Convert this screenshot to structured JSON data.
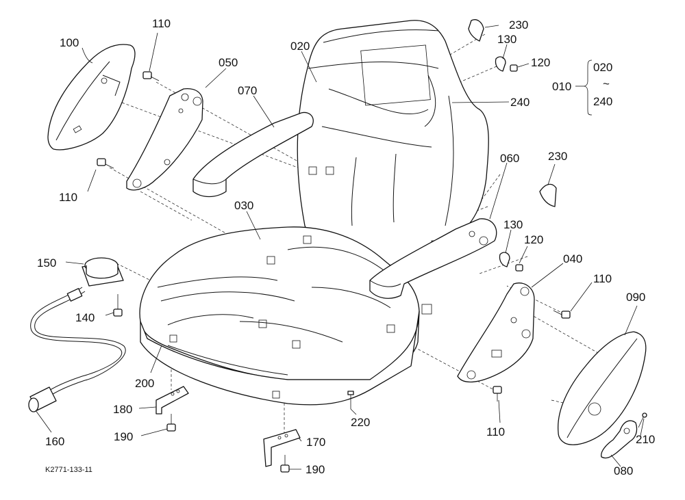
{
  "drawing_code": "K2771-133-11",
  "callouts": [
    {
      "id": "100",
      "text": "100"
    },
    {
      "id": "110a",
      "text": "110"
    },
    {
      "id": "050",
      "text": "050"
    },
    {
      "id": "020",
      "text": "020"
    },
    {
      "id": "230a",
      "text": "230"
    },
    {
      "id": "130a",
      "text": "130"
    },
    {
      "id": "120a",
      "text": "120"
    },
    {
      "id": "070",
      "text": "070"
    },
    {
      "id": "240",
      "text": "240"
    },
    {
      "id": "110b",
      "text": "110"
    },
    {
      "id": "060",
      "text": "060"
    },
    {
      "id": "230b",
      "text": "230"
    },
    {
      "id": "030",
      "text": "030"
    },
    {
      "id": "130b",
      "text": "130"
    },
    {
      "id": "120b",
      "text": "120"
    },
    {
      "id": "150",
      "text": "150"
    },
    {
      "id": "040",
      "text": "040"
    },
    {
      "id": "110c",
      "text": "110"
    },
    {
      "id": "090",
      "text": "090"
    },
    {
      "id": "140",
      "text": "140"
    },
    {
      "id": "200",
      "text": "200"
    },
    {
      "id": "180",
      "text": "180"
    },
    {
      "id": "220",
      "text": "220"
    },
    {
      "id": "110d",
      "text": "110"
    },
    {
      "id": "190a",
      "text": "190"
    },
    {
      "id": "160",
      "text": "160"
    },
    {
      "id": "170",
      "text": "170"
    },
    {
      "id": "210",
      "text": "210"
    },
    {
      "id": "190b",
      "text": "190"
    },
    {
      "id": "080",
      "text": "080"
    }
  ],
  "assembly_group": {
    "label": "010",
    "range_from": "020",
    "range_sep": "~",
    "range_to": "240"
  }
}
